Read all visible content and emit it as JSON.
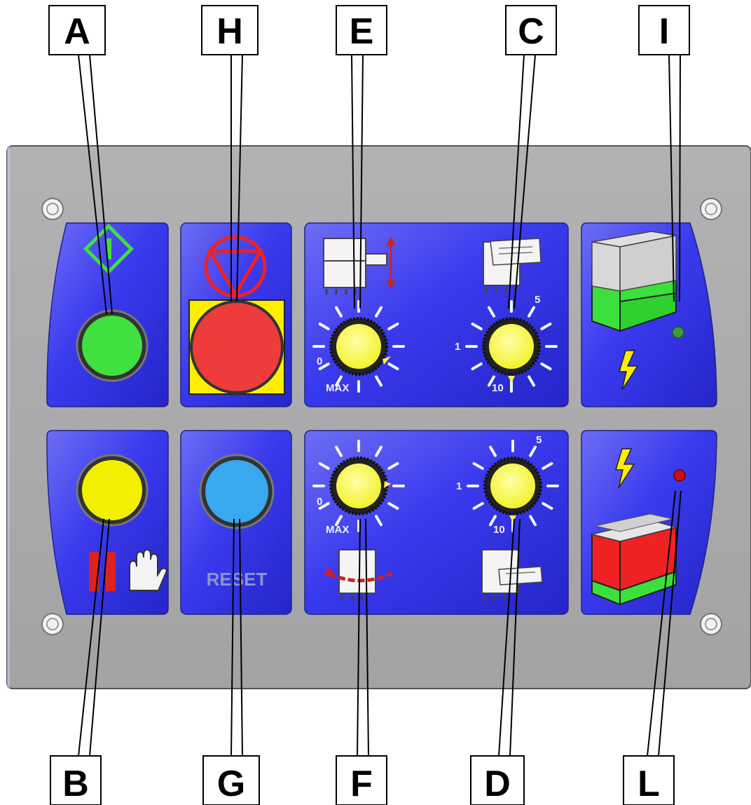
{
  "callouts": {
    "top": [
      "A",
      "H",
      "E",
      "C",
      "I"
    ],
    "bottom": [
      "B",
      "G",
      "F",
      "D",
      "L"
    ]
  },
  "dials": {
    "force_top": {
      "min_label": "0",
      "max_label": "MAX"
    },
    "cycles_top": {
      "one_label": "1",
      "five_label": "5",
      "ten_label": "10"
    },
    "force_bottom": {
      "min_label": "0",
      "max_label": "MAX"
    },
    "cycles_bottom": {
      "one_label": "1",
      "five_label": "5",
      "ten_label": "10"
    }
  },
  "reset_label": "RESET",
  "colors": {
    "panel": "#a9a9ab",
    "module": "#3f3fe6",
    "start_button": "#3fe03f",
    "emergency_button": "#ee3b3b",
    "emergency_base": "#ffee00",
    "pause_button": "#f2f000",
    "reset_button": "#3aa8ee",
    "knob": "#ffff55",
    "led_green": "#3c9a3c",
    "led_red": "#d01010"
  },
  "icons": [
    "start-symbol-icon",
    "emergency-stop-icon",
    "clamp-vertical-icon",
    "film-wrap-icon",
    "battery-charged-icon",
    "lightning-icon",
    "pause-bars-icon",
    "hand-icon",
    "rotation-icon",
    "battery-low-icon"
  ]
}
